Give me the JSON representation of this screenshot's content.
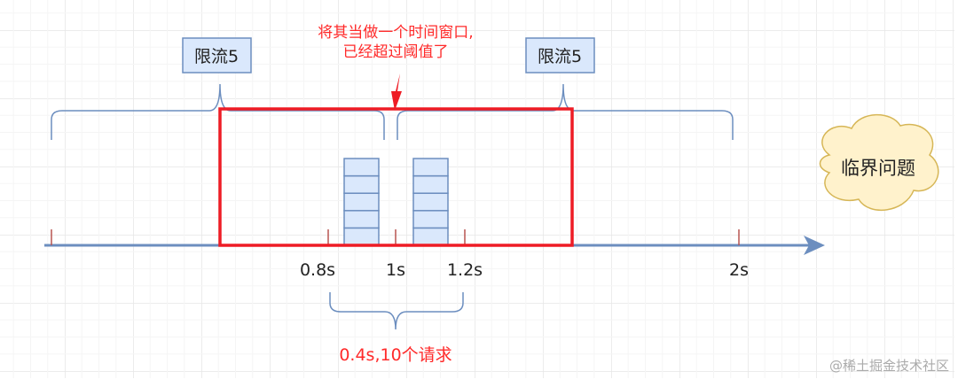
{
  "labels": {
    "limit_left": "限流5",
    "limit_right": "限流5",
    "annotation_line1": "将其当做一个时间窗口,",
    "annotation_line2": "已经超过阈值了",
    "cloud": "临界问题",
    "bottom_note": "0.4s,10个请求",
    "watermark": "@稀土掘金技术社区"
  },
  "axis": {
    "ticks": [
      "0.8s",
      "1s",
      "1.2s",
      "2s"
    ],
    "requests_per_stack": 5,
    "stacks": 2
  },
  "colors": {
    "axis": "#6c8ebf",
    "window": "#ee1c25",
    "box_fill": "#dae8fc",
    "cloud_fill": "#fff2cc",
    "cloud_stroke": "#d6b656",
    "tick": "#b85450"
  }
}
